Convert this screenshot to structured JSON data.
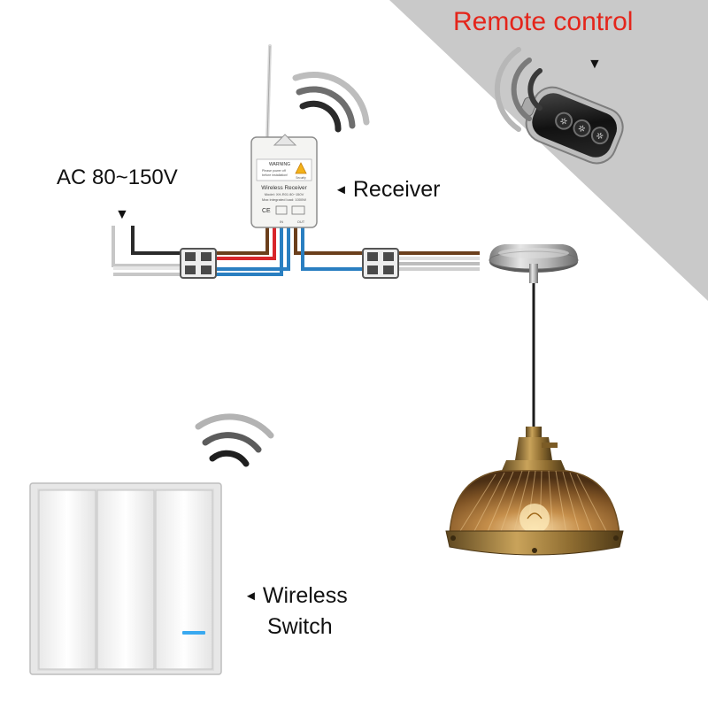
{
  "labels": {
    "remote_control": "Remote control",
    "ac_voltage": "AC 80~150V",
    "receiver": "Receiver",
    "wireless_switch_line1": "Wireless",
    "wireless_switch_line2": "Switch"
  },
  "receiver_module": {
    "warning_title": "WARNING",
    "warning_text_1": "Please power off",
    "warning_text_2": "before installation!",
    "warning_text_3": "Security",
    "product_name": "Wireless Receiver",
    "model_line": "Model: XH-R01  80~150V",
    "load_line": "Max integrated load: 1000W",
    "terminal_in": "IN",
    "terminal_out": "OUT"
  },
  "arrow_glyph": "◄",
  "down_arrow_glyph": "▼",
  "colors": {
    "corner_panel": "#c9c9c9",
    "remote_title": "#e4251b",
    "wire_red": "#d8262b",
    "wire_blue": "#2a7fc1",
    "wire_brown": "#6b3f1c",
    "wire_gray": "#bfbfbf",
    "led_blue": "#39a9f0"
  },
  "icons": [
    "wifi-signal-icon",
    "remote-key-fob",
    "receiver-module",
    "pendant-lamp",
    "wall-switch"
  ]
}
